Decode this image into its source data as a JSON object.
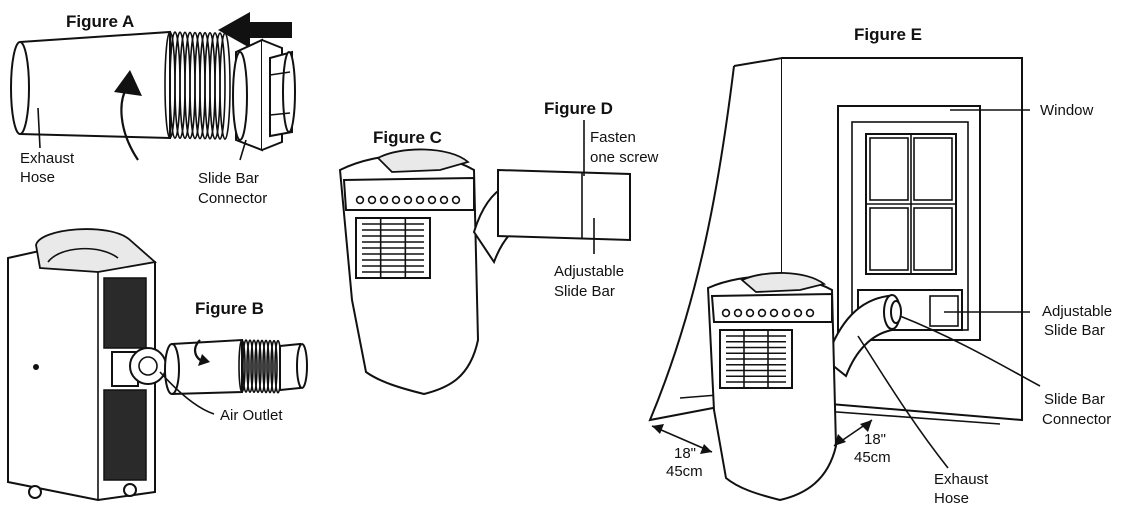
{
  "figure_a": {
    "title": "Figure A",
    "exhaust_hose": [
      "Exhaust",
      "Hose"
    ],
    "slide_bar_connector": [
      "Slide Bar",
      "Connector"
    ]
  },
  "figure_b": {
    "title": "Figure B",
    "air_outlet": "Air Outlet"
  },
  "figure_c": {
    "title": "Figure C"
  },
  "figure_d": {
    "title": "Figure D",
    "fasten": [
      "Fasten",
      "one screw"
    ],
    "adjustable_slide_bar": [
      "Adjustable",
      "Slide Bar"
    ]
  },
  "figure_e": {
    "title": "Figure E",
    "window": "Window",
    "adjustable_slide_bar": [
      "Adjustable",
      "Slide Bar"
    ],
    "slide_bar_connector": [
      "Slide Bar",
      "Connector"
    ],
    "exhaust_hose": [
      "Exhaust",
      "Hose"
    ],
    "clearance_left": [
      "18\"",
      "45cm"
    ],
    "clearance_right": [
      "18\"",
      "45cm"
    ]
  }
}
